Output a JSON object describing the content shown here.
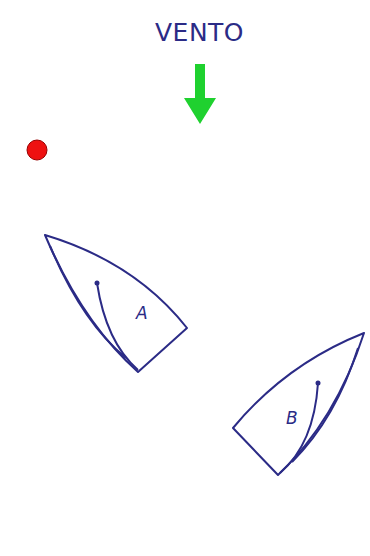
{
  "diagram": {
    "title": "VENTO",
    "nodes": [
      {
        "text": [
          "A"
        ]
      },
      {
        "text": [
          "B"
        ]
      }
    ]
  }
}
